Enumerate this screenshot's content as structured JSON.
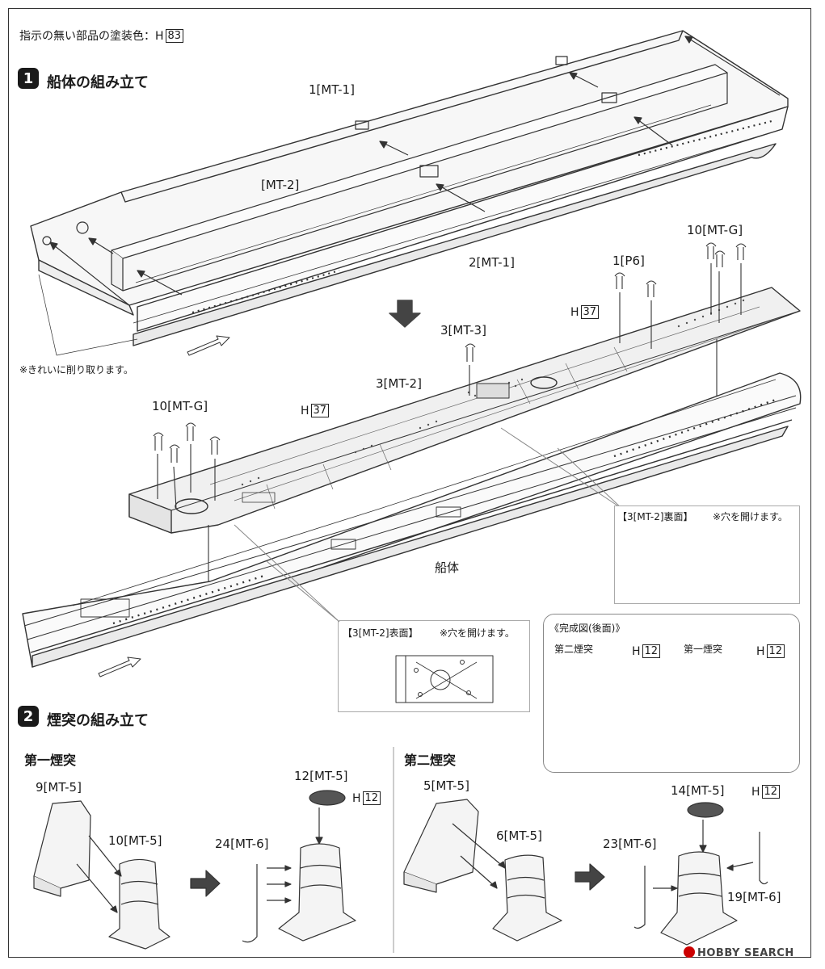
{
  "paint_note": {
    "label": "指示の無い部品の塗装色：H",
    "code": "83"
  },
  "step1": {
    "number": "1",
    "title": "船体の組み立て",
    "labels": {
      "p1_mt1": "1[MT-1]",
      "mt2": "[MT-2]",
      "p2_mt1": "2[MT-1]",
      "p1_p6": "1[P6]",
      "p10_mtg_right": "10[MT-G]",
      "p3_mt3": "3[MT-3]",
      "p3_mt2": "3[MT-2]",
      "p10_mtg_left": "10[MT-G]",
      "hull": "船体"
    },
    "paint_h37_a": {
      "prefix": "H",
      "code": "37"
    },
    "paint_h37_b": {
      "prefix": "H",
      "code": "37"
    },
    "trim_note": "※きれいに削り取ります。",
    "back_detail": {
      "title": "【3[MT-2]裏面】",
      "note": "※穴を開けます。"
    },
    "front_detail": {
      "title": "【3[MT-2]表面】",
      "note": "※穴を開けます。"
    }
  },
  "completed": {
    "title": "《完成図(後面)》",
    "second_funnel": "第二煙突",
    "first_funnel": "第一煙突",
    "paint_a": {
      "prefix": "H",
      "code": "12"
    },
    "paint_b": {
      "prefix": "H",
      "code": "12"
    }
  },
  "step2": {
    "number": "2",
    "title": "煙突の組み立て",
    "first_funnel": {
      "title": "第一煙突",
      "parts": {
        "a": "9[MT-5]",
        "b": "10[MT-5]",
        "c": "12[MT-5]",
        "d": "24[MT-6]"
      },
      "paint": {
        "prefix": "H",
        "code": "12"
      }
    },
    "second_funnel": {
      "title": "第二煙突",
      "parts": {
        "a": "5[MT-5]",
        "b": "6[MT-5]",
        "c": "14[MT-5]",
        "d": "23[MT-6]",
        "e": "19[MT-6]"
      },
      "paint": {
        "prefix": "H",
        "code": "12"
      }
    }
  },
  "watermark": "HOBBY SEARCH"
}
